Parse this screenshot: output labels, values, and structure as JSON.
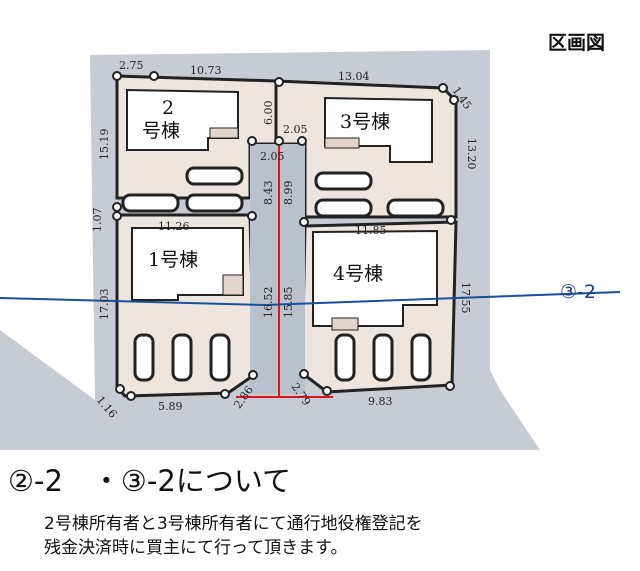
{
  "title": "区画図",
  "lots": [
    {
      "label": "1号棟"
    },
    {
      "label": "2号棟",
      "label_line1": "2",
      "label_line2": "号棟"
    },
    {
      "label": "3号棟"
    },
    {
      "label": "4号棟"
    }
  ],
  "dimensions": {
    "top_left_a": "2.75",
    "top_left_b": "10.73",
    "top_right": "13.04",
    "corner_right": "1.45",
    "left_upper": "15.19",
    "left_mid": "1.07",
    "left_lower": "17.03",
    "corner_bottom_left": "1.16",
    "bottom_left": "5.89",
    "diag_left": "2.86",
    "diag_right": "2.79",
    "bottom_right": "9.83",
    "right_upper": "13.20",
    "right_lower": "17.55",
    "lot1_top": "11.26",
    "lot4_top": "11.85",
    "passage_top_outer": "6.00",
    "passage_width_top": "2.05",
    "passage_width_inner": "2.05",
    "passage_left_upper": "8.43",
    "passage_right_upper": "8.99",
    "passage_left_lower": "16.52",
    "passage_right_lower": "15.85"
  },
  "section_marker": "③-2",
  "colors": {
    "road": "#c7ccd4",
    "lot": "#efe5df",
    "red_line": "#e0141c",
    "blue_line": "#1a4fa0"
  },
  "notice": {
    "heading": "②-2　・③-2について",
    "line1": "2号棟所有者と3号棟所有者にて通行地役権登記を",
    "line2": "残金決済時に買主にて行って頂きます。"
  }
}
